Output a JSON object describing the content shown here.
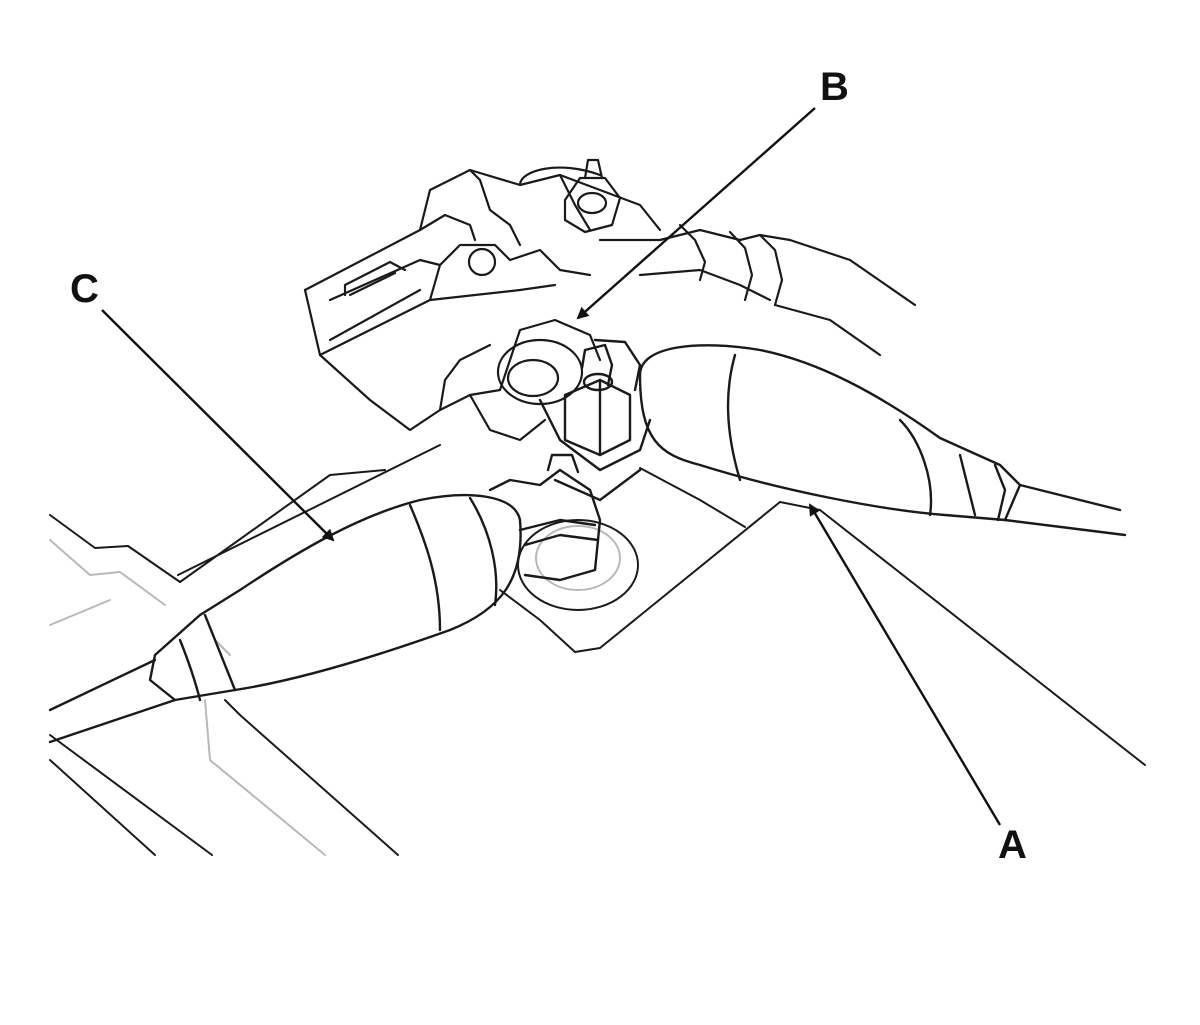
{
  "diagram": {
    "callouts": [
      {
        "id": "A",
        "label": "A"
      },
      {
        "id": "B",
        "label": "B"
      },
      {
        "id": "C",
        "label": "C"
      }
    ]
  },
  "colors": {
    "line": "#1a1a1a",
    "light_line": "#b8b8b8",
    "background": "#ffffff"
  }
}
